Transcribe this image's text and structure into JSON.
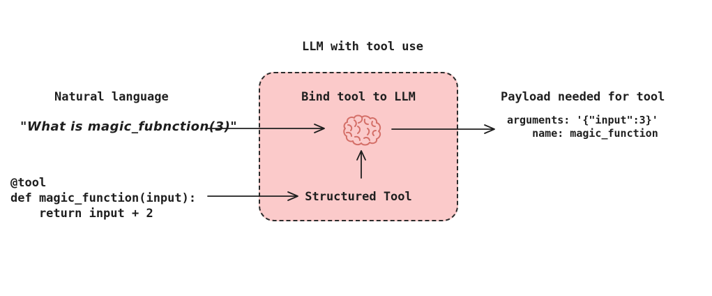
{
  "title": "LLM with tool use",
  "natural_language": {
    "heading": "Natural language",
    "quote": "\"What is magic_fubnction(3)\""
  },
  "tool_code": {
    "lines": [
      "@tool",
      "def magic_function(input):",
      "    return input + 2"
    ]
  },
  "bind_box": {
    "heading": "Bind tool to LLM",
    "brain_icon": "brain-icon",
    "structured_tool_label": "Structured Tool"
  },
  "payload": {
    "heading": "Payload needed for tool",
    "lines": [
      "arguments: '{\"input\":3}'",
      "    name: magic_function"
    ]
  },
  "colors": {
    "box_fill": "#fbcaca",
    "box_border": "#2b2b2b",
    "text": "#1e1e1e",
    "brain_stroke": "#d46f68",
    "arrow": "#1e1e1e",
    "background": "#ffffff"
  }
}
